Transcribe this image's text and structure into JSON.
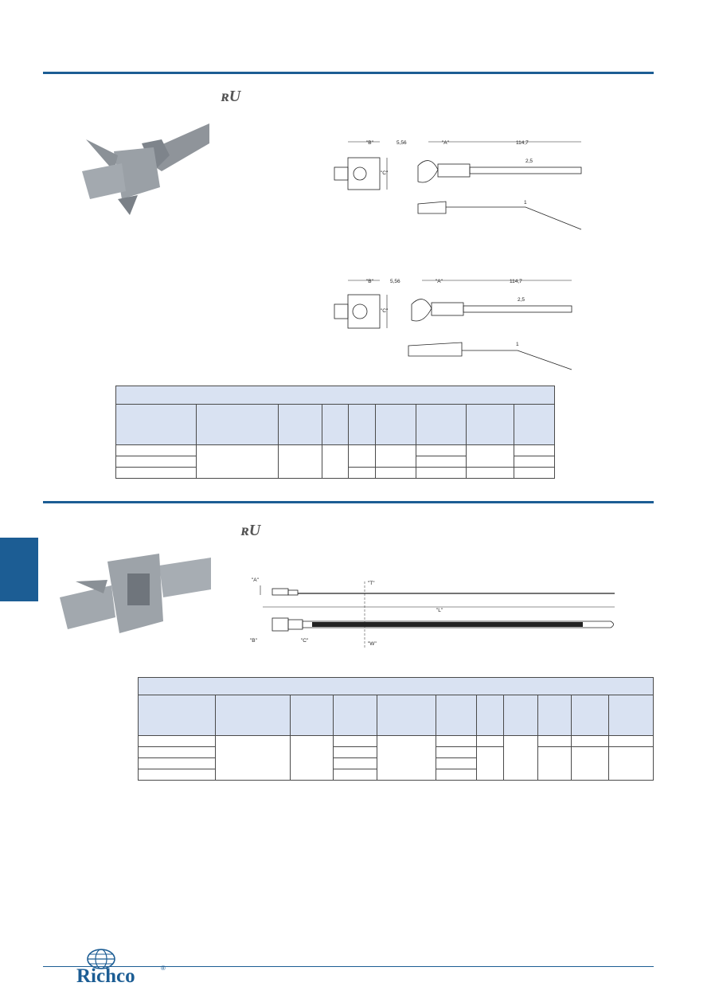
{
  "section1": {
    "ul_mark": "ʀU"
  },
  "section2": {
    "ul_mark": "ʀU"
  },
  "drawing1": {
    "b": "\"B\"",
    "c": "\"C\"",
    "a": "\"A\"",
    "d556": "5,56",
    "d1147": "114,7",
    "d25": "2,5",
    "d1": "1"
  },
  "drawing2": {
    "b": "\"B\"",
    "c": "\"C\"",
    "a": "\"A\"",
    "d556": "5,56",
    "d1147": "114,7",
    "d25": "2,5",
    "d1": "1"
  },
  "drawing3": {
    "a": "\"A\"",
    "t": "\"T\"",
    "l": "\"L\"",
    "b": "\"B\"",
    "c": "\"C\"",
    "w": "\"W\""
  },
  "logo": {
    "text": "Richco",
    "reg": "®"
  },
  "colors": {
    "rule": "#1c5d94",
    "table_header": "#d9e2f2"
  }
}
